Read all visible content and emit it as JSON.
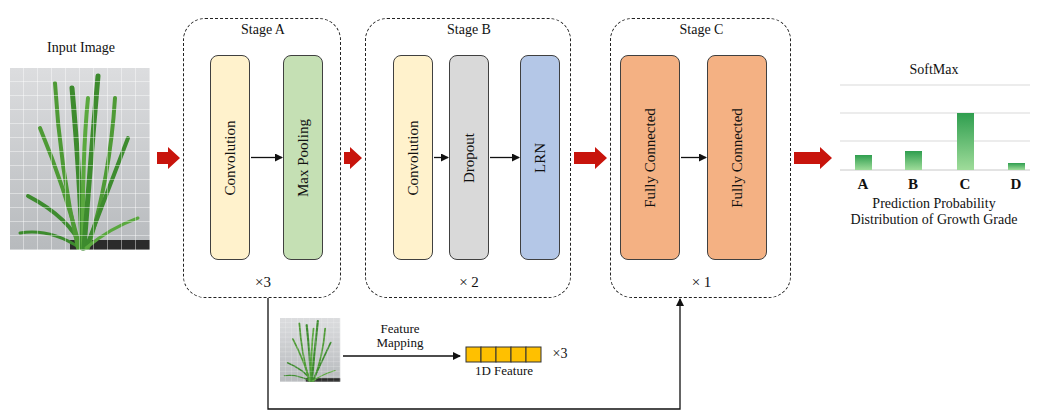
{
  "diagram": {
    "nodes": [
      {
        "text": [
          "Input Image"
        ]
      },
      {
        "text": [
          "Stage A",
          "×3"
        ]
      },
      {
        "text": [
          "Convolution"
        ],
        "in": 1
      },
      {
        "text": [
          "Max Pooling"
        ],
        "in": 1
      },
      {
        "text": [
          "Stage B",
          "× 2"
        ]
      },
      {
        "text": [
          "Convolution"
        ],
        "in": 4
      },
      {
        "text": [
          "Dropout"
        ],
        "in": 4
      },
      {
        "text": [
          "LRN"
        ],
        "in": 4
      },
      {
        "text": [
          "Stage C",
          "× 1"
        ]
      },
      {
        "text": [
          "Fully Connected"
        ],
        "in": 8
      },
      {
        "text": [
          "Fully Connected"
        ],
        "in": 8
      },
      {
        "text": [
          "SoftMax",
          "Prediction Probability Distribution of Growth Grade"
        ]
      },
      {
        "text": [
          "1D Feature"
        ]
      }
    ],
    "edges": [
      {
        "from": 0,
        "to": 1,
        "arrow": "to"
      },
      {
        "from": 1,
        "to": 4,
        "arrow": "to"
      },
      {
        "from": 4,
        "to": 8,
        "arrow": "to"
      },
      {
        "from": 8,
        "to": 11,
        "arrow": "to"
      },
      {
        "from": 2,
        "to": 3,
        "arrow": "to"
      },
      {
        "from": 5,
        "to": 6,
        "arrow": "to"
      },
      {
        "from": 6,
        "to": 7,
        "arrow": "to"
      },
      {
        "from": 9,
        "to": 10,
        "arrow": "to"
      },
      {
        "from": 1,
        "to": 8,
        "arrow": "to"
      }
    ],
    "labels": [
      "A",
      "B",
      "C",
      "D",
      "Feature Mapping",
      "×3"
    ]
  }
}
